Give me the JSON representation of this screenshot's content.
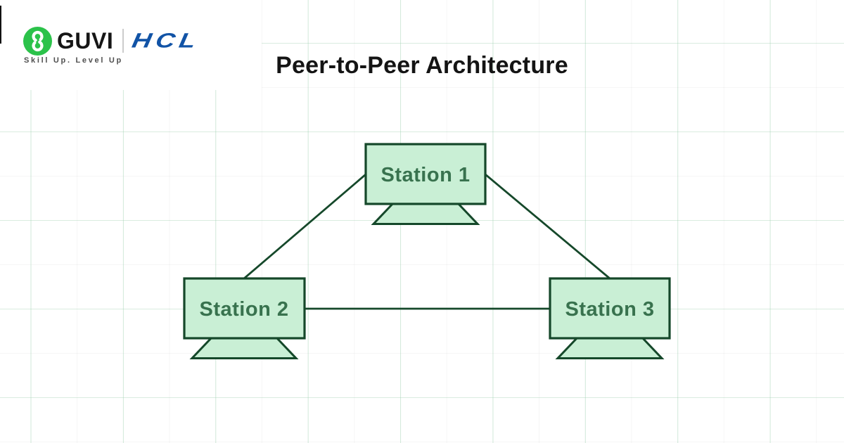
{
  "header": {
    "guvi_label": "GUVI",
    "divider": "",
    "hcl_label": "HCL",
    "tagline": "Skill Up. Level Up",
    "logo_icon": "guvi-g-icon",
    "colors": {
      "guvi_green": "#2BC24A",
      "hcl_blue": "#1153A6",
      "guvi_text": "#161616",
      "tagline_gray": "#4F4F4F"
    }
  },
  "title": "Peer-to-Peer Architecture",
  "diagram": {
    "type": "peer-to-peer-network",
    "nodes": [
      {
        "id": "station1",
        "label": "Station 1",
        "icon": "computer-monitor-icon"
      },
      {
        "id": "station2",
        "label": "Station 2",
        "icon": "computer-monitor-icon"
      },
      {
        "id": "station3",
        "label": "Station 3",
        "icon": "computer-monitor-icon"
      }
    ],
    "connections": [
      {
        "from": "station1",
        "to": "station2"
      },
      {
        "from": "station1",
        "to": "station3"
      },
      {
        "from": "station2",
        "to": "station3"
      }
    ],
    "colors": {
      "node_fill": "#C9EFD5",
      "node_border": "#15482A",
      "label_green": "#38724E",
      "line": "#15482A",
      "grid_green": "#E2F3E8"
    }
  }
}
